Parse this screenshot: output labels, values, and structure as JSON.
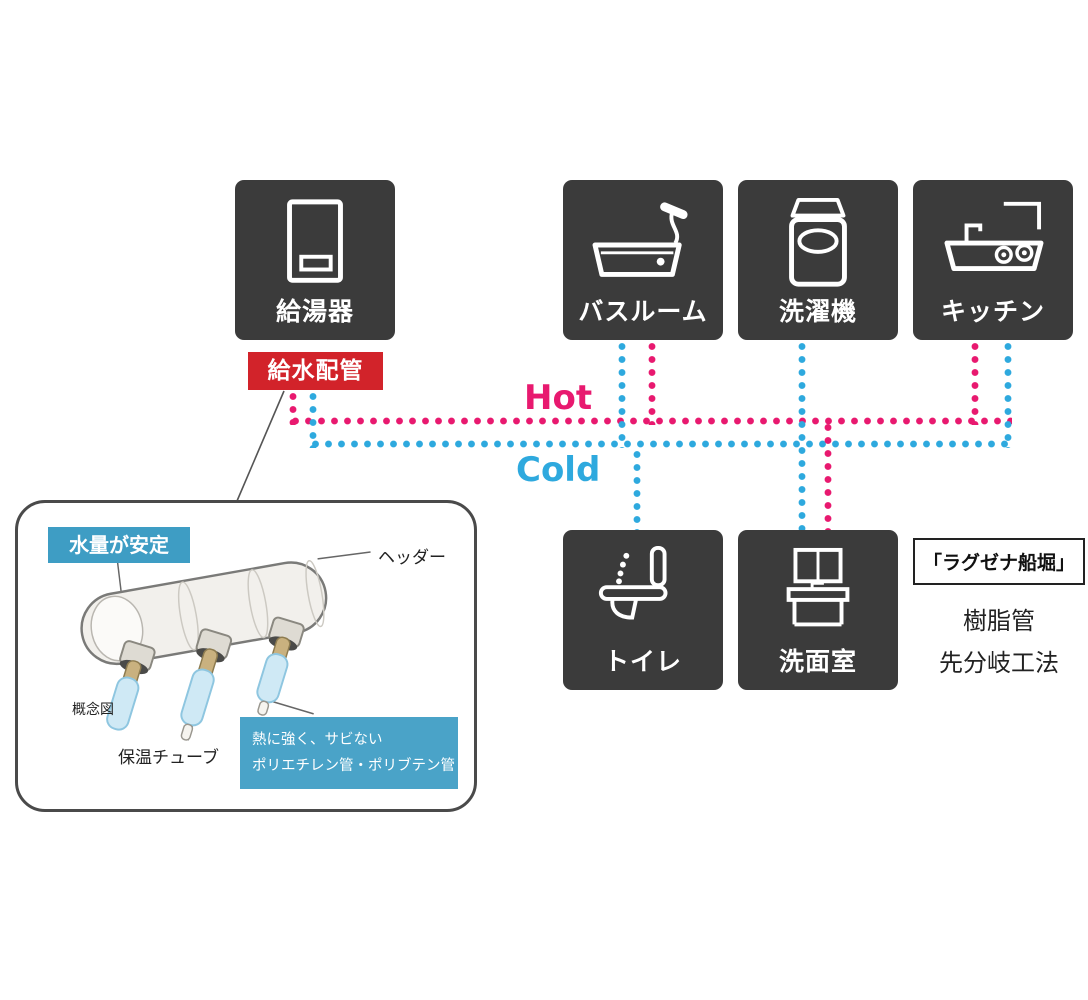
{
  "colors": {
    "node_bg": "#3b3b3b",
    "hot": "#e8196f",
    "cold": "#2ea9de",
    "supply_label_bg": "#d2232a",
    "stable_label_bg": "#3e9dc4",
    "pipe_note_bg": "#4aa3c8"
  },
  "nodes": {
    "water_heater": {
      "label": "給湯器"
    },
    "bathroom": {
      "label": "バスルーム"
    },
    "washer": {
      "label": "洗濯機"
    },
    "kitchen": {
      "label": "キッチン"
    },
    "toilet": {
      "label": "トイレ"
    },
    "vanity": {
      "label": "洗面室"
    }
  },
  "pipes": {
    "supply_label": "給水配管",
    "hot_label": "Hot",
    "cold_label": "Cold"
  },
  "side_note": {
    "title": "「ラグゼナ船堀」",
    "line1": "樹脂管",
    "line2": "先分岐工法"
  },
  "callout": {
    "stable_water_label": "水量が安定",
    "header_label": "ヘッダー",
    "diagram_type_label": "概念図",
    "insulation_tube_label": "保温チューブ",
    "pipe_note_line1": "熱に強く、サビない",
    "pipe_note_line2": "ポリエチレン管・ポリブテン管"
  }
}
